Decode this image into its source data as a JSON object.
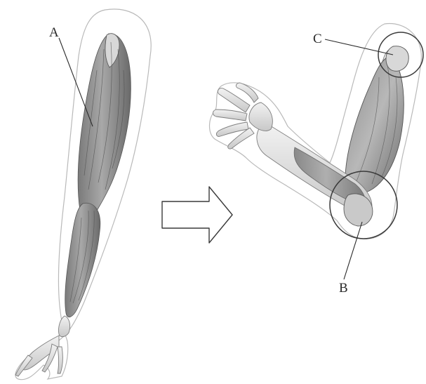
{
  "labels": {
    "a": "A",
    "b": "B",
    "c": "C"
  },
  "colors": {
    "outline": "#b9b9b9",
    "ink": "#2a2a2a",
    "muscle_dark": "#6e6e6e",
    "muscle_mid": "#9c9c9c",
    "muscle_light": "#cfcfcf",
    "bone": "#e6e6e6"
  },
  "illustrations": {
    "left": "straightened-arm",
    "right": "flexed-arm",
    "transition": "right-arrow"
  }
}
